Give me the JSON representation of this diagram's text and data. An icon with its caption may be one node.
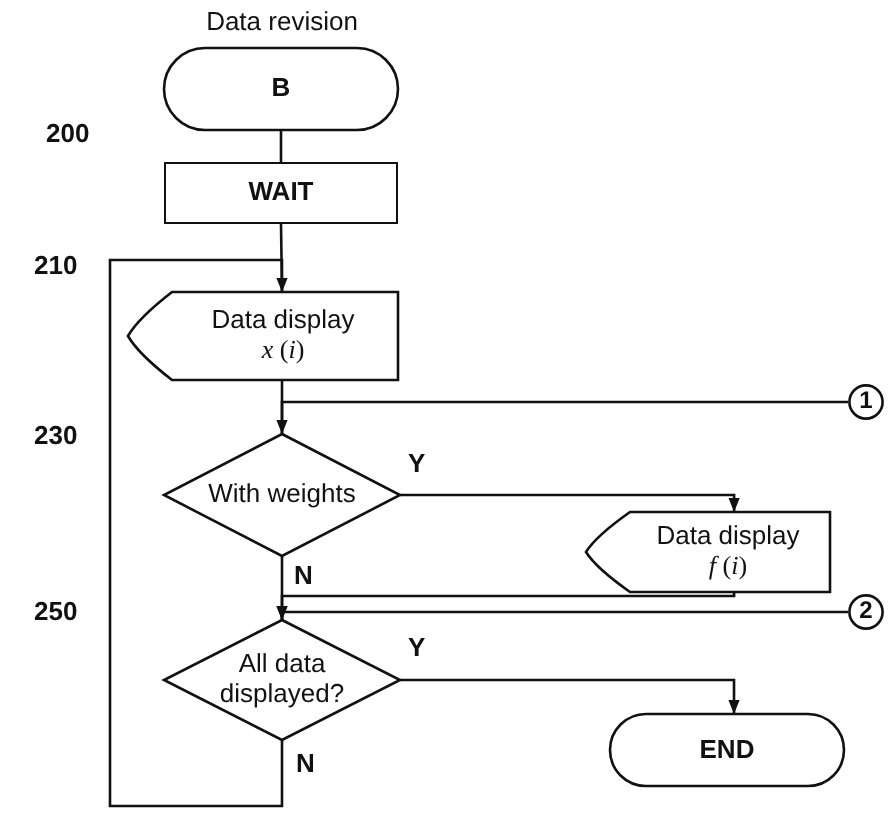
{
  "diagram": {
    "title": "Data revision",
    "nodes": [
      {
        "text": [
          "B"
        ]
      },
      {
        "text": [
          "WAIT"
        ]
      },
      {
        "text": [
          "Data display",
          "*x* (*i*)"
        ]
      },
      {
        "text": [
          "With weights"
        ]
      },
      {
        "text": [
          "Data display",
          "*f* (*i*)"
        ]
      },
      {
        "text": [
          "All data displayed?"
        ]
      },
      {
        "text": [
          "END"
        ]
      },
      {
        "text": [
          "1"
        ]
      },
      {
        "text": [
          "2"
        ]
      }
    ],
    "edges": [
      {
        "from": 0,
        "to": 1,
        "arrow": "none"
      },
      {
        "from": 1,
        "to": 2,
        "arrow": "none"
      },
      {
        "from": 2,
        "to": 3,
        "arrow": "none"
      },
      {
        "from": 7,
        "to": 3,
        "arrow": "to"
      },
      {
        "from": 3,
        "to": 4,
        "arrow": "to",
        "label": "Y"
      },
      {
        "from": 3,
        "to": 5,
        "arrow": "none",
        "label": "N"
      },
      {
        "from": 4,
        "to": 5,
        "arrow": "to"
      },
      {
        "from": 8,
        "to": 5,
        "arrow": "to"
      },
      {
        "from": 5,
        "to": 6,
        "arrow": "to",
        "label": "Y"
      },
      {
        "from": 5,
        "to": 2,
        "arrow": "to",
        "label": "N"
      }
    ],
    "labels": [
      "200",
      "210",
      "230",
      "250"
    ]
  }
}
